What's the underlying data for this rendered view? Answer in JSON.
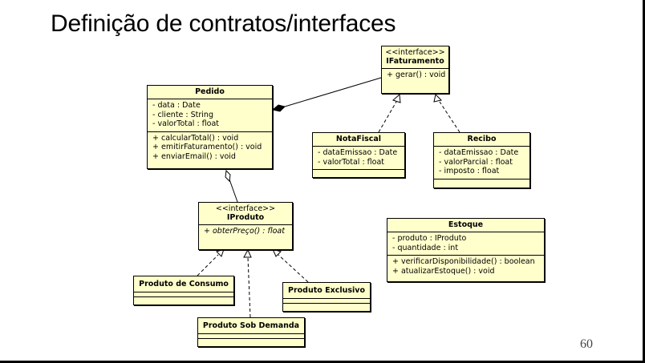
{
  "slide": {
    "title": "Definição de contratos/interfaces",
    "page_number": "60"
  },
  "classes": {
    "pedido": {
      "name": "Pedido",
      "attributes": [
        "- data : Date",
        "- cliente : String",
        "- valorTotal : float"
      ],
      "operations": [
        "+ calcularTotal() : void",
        "+ emitirFaturamento() : void",
        "+ enviarEmail() : void"
      ]
    },
    "ifaturamento": {
      "stereotype": "<<interface>>",
      "name": "IFaturamento",
      "operations": [
        "+ gerar() : void"
      ]
    },
    "notafiscal": {
      "name": "NotaFiscal",
      "attributes": [
        "- dataEmissao : Date",
        "- valorTotal : float"
      ]
    },
    "recibo": {
      "name": "Recibo",
      "attributes": [
        "- dataEmissao : Date",
        "- valorParcial : float",
        "- imposto : float"
      ]
    },
    "iproduto": {
      "stereotype": "<<interface>>",
      "name": "IProduto",
      "operations": [
        "+ obterPreço() : float"
      ]
    },
    "estoque": {
      "name": "Estoque",
      "attributes": [
        "- produto : IProduto",
        "- quantidade : int"
      ],
      "operations": [
        "+ verificarDisponibilidade() : boolean",
        "+ atualizarEstoque() : void"
      ]
    },
    "produto_consumo": {
      "name": "Produto de Consumo"
    },
    "produto_exclusivo": {
      "name": "Produto Exclusivo"
    },
    "produto_sob_demanda": {
      "name": "Produto Sob Demanda"
    }
  },
  "colors": {
    "class_fill": "#ffffcc",
    "border": "#000000"
  }
}
